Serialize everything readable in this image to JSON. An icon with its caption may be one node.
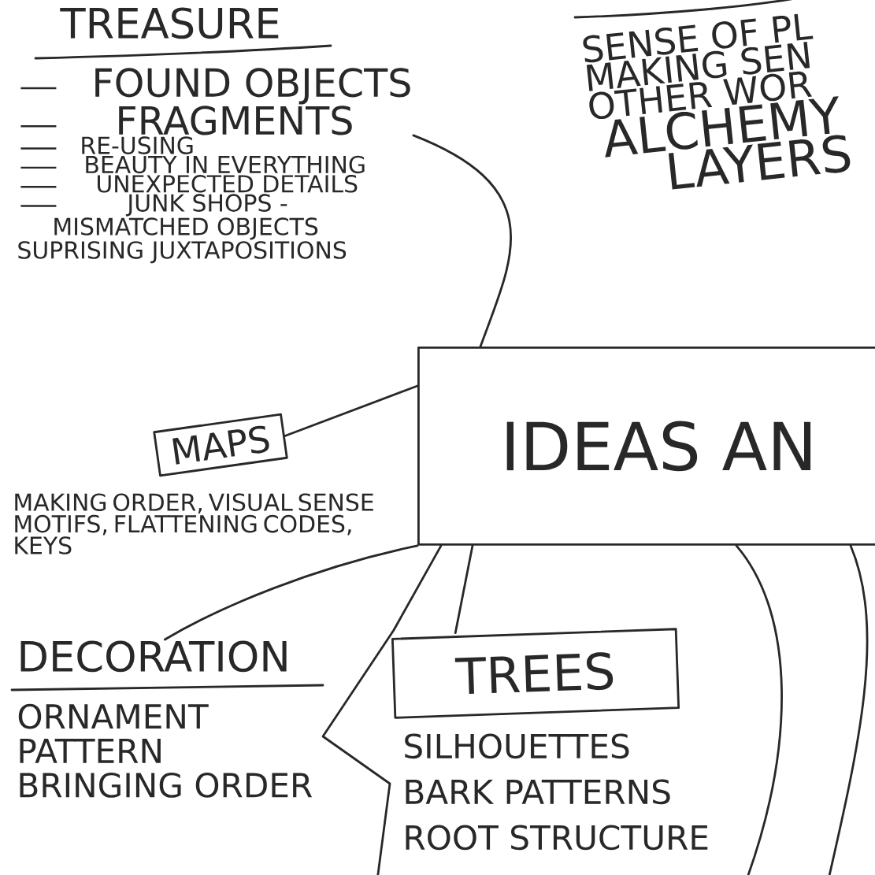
{
  "diagram": {
    "nodes": [
      {
        "text": [
          "TREASURE",
          "FOUND OBJECTS",
          "FRAGMENTS",
          "RE-USING",
          "BEAUTY IN EVERYTHING",
          "UNEXPECTED DETAILS",
          "JUNK SHOPS -",
          "MISMATCHED OBJECTS",
          "SUPRISING JUXTAPOSITIONS"
        ]
      },
      {
        "text": [
          "SENSE OF PL",
          "MAKING SEN",
          "OTHER WOR",
          "ALCHEMY",
          "LAYERS"
        ]
      },
      {
        "text": [
          "IDEAS AN"
        ]
      },
      {
        "text": [
          "MAPS"
        ],
        "beside": [
          "MAKING ORDER, VISUAL SENSE MOTIFS, FLATTENING CODES, KEYS"
        ]
      },
      {
        "text": [
          "DECORATION",
          "ORNAMENT",
          "PATTERN",
          "BRINGING ORDER"
        ]
      },
      {
        "text": [
          "TREES"
        ],
        "beside": [
          "SILHOUETTES",
          "BARK PATTERNS",
          "ROOT STRUCTURE"
        ]
      }
    ],
    "edges": [
      {
        "from": 2,
        "to": 0,
        "arrow": "none"
      },
      {
        "from": 2,
        "to": 3,
        "arrow": "none"
      },
      {
        "from": 2,
        "to": 4,
        "arrow": "none"
      },
      {
        "from": 2,
        "to": 5,
        "arrow": "none"
      },
      {
        "from": 2,
        "to": null,
        "arrow": "none"
      },
      {
        "from": 2,
        "to": null,
        "arrow": "none"
      },
      {
        "from": 2,
        "to": null,
        "arrow": "none"
      }
    ]
  }
}
